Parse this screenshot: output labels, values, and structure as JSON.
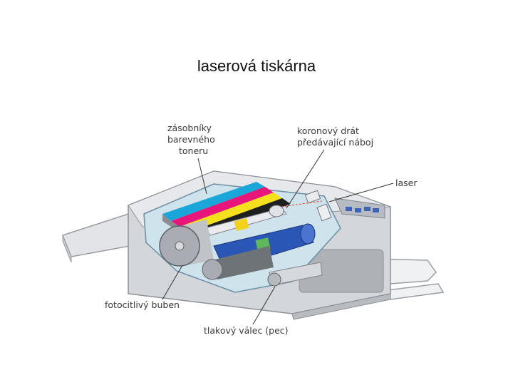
{
  "title": "laserová tiskárna",
  "labels": {
    "toner": [
      "zásobníky",
      "barevného",
      "toneru"
    ],
    "corona": [
      "koronový drát",
      "předávající náboj"
    ],
    "laser": "laser",
    "drum": "fotocitlivý buben",
    "fuser": "tlakový válec (pec)"
  },
  "colors": {
    "cyan": "#1aa6d8",
    "magenta": "#e8157a",
    "yellow": "#f4e01c",
    "black": "#1f1f1f",
    "drum_blue": "#2a57b5",
    "roller_gray": "#a9adb3",
    "casing": "#c9ccd1"
  }
}
